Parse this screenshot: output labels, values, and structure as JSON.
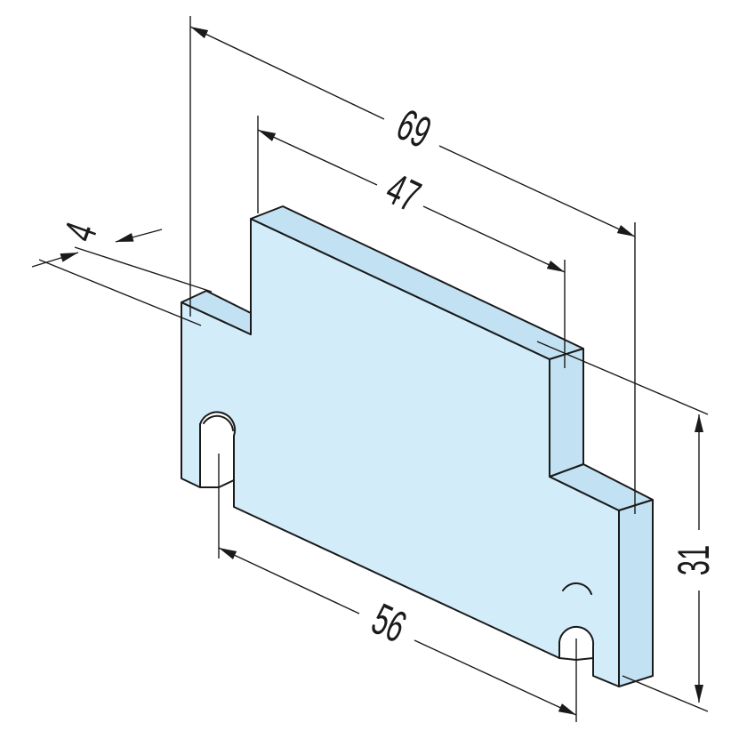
{
  "colors": {
    "part_face": "#d2ecfa",
    "part_side": "#c2e2f4",
    "line": "#1a1a1a"
  },
  "dimensions": {
    "overall_length": "69",
    "top_length": "47",
    "thickness": "4",
    "slot_spacing": "56",
    "height": "31"
  }
}
